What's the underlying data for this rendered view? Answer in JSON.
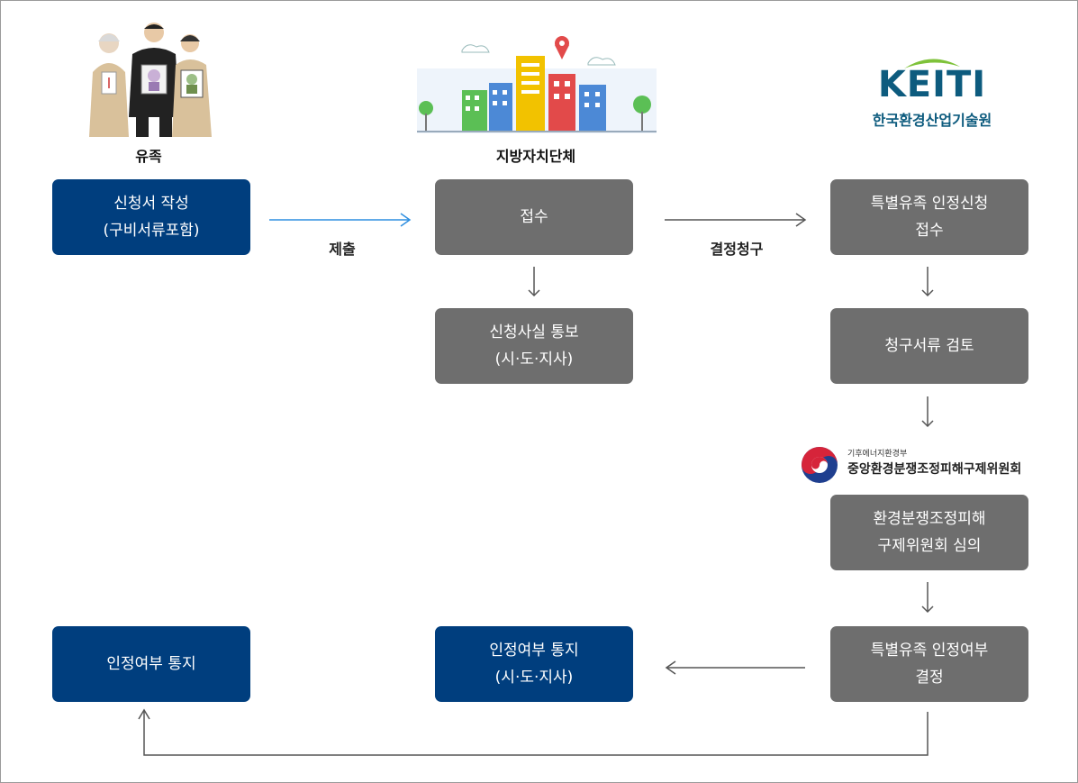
{
  "actors": {
    "family": "유족",
    "local_gov": "지방자치단체",
    "keiti_logo": "KEITI",
    "keiti_name": "한국환경산업기술원"
  },
  "cmt": {
    "ministry": "기후에너지환경부",
    "name": "중앙환경분쟁조정피해구제위원회"
  },
  "boxes": {
    "apply": {
      "line1": "신청서 작성",
      "line2": "(구비서류포함)"
    },
    "receive": {
      "line1": "접수"
    },
    "notice": {
      "line1": "신청사실 통보",
      "line2": "(시·도·지사)"
    },
    "special_receive": {
      "line1": "특별유족 인정신청",
      "line2": "접수"
    },
    "review": {
      "line1": "청구서류 검토"
    },
    "deliberation": {
      "line1": "환경분쟁조정피해",
      "line2": "구제위원회 심의"
    },
    "decision": {
      "line1": "특별유족 인정여부",
      "line2": "결정"
    },
    "notify_local": {
      "line1": "인정여부 통지",
      "line2": "(시·도·지사)"
    },
    "notify_family": {
      "line1": "인정여부 통지"
    }
  },
  "edges": {
    "submit": "제출",
    "request": "결정청구"
  },
  "colors": {
    "navy": "#003e7e",
    "gray": "#6e6e6e",
    "blue_arrow": "#2f8fe0",
    "keiti": "#0d5b7e"
  }
}
